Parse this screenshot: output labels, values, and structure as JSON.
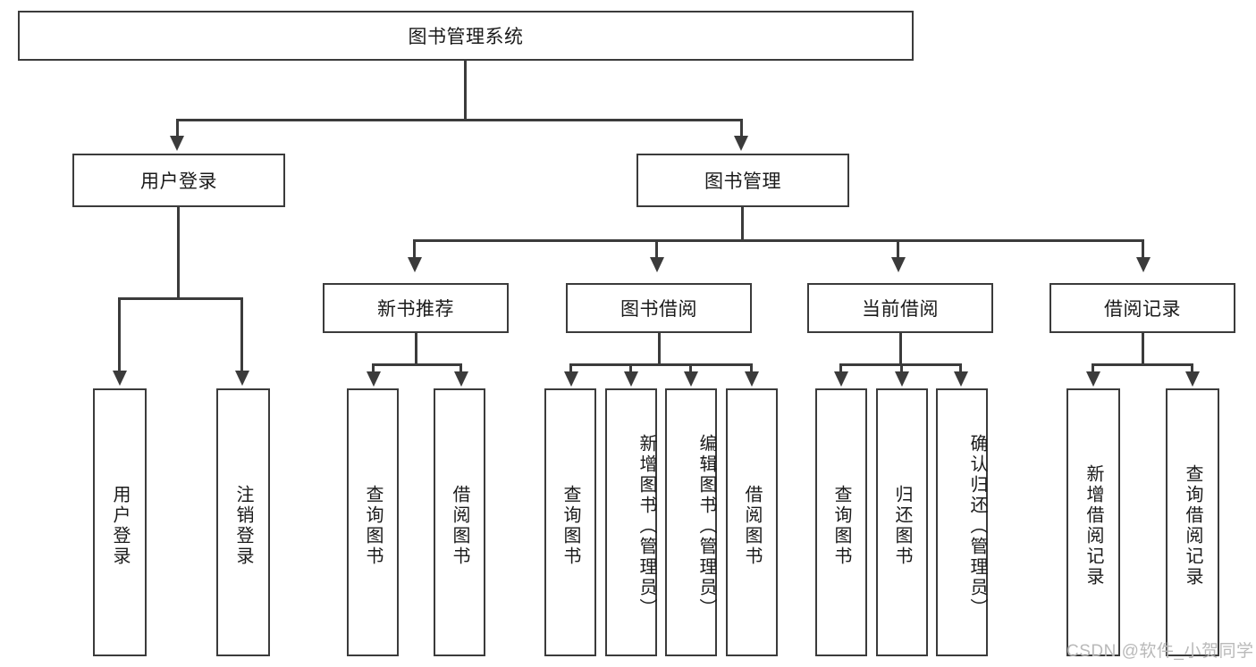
{
  "diagram": {
    "type": "tree-hierarchy",
    "title": "图书管理系统",
    "root": {
      "label": "图书管理系统"
    },
    "level1": [
      {
        "label": "用户登录"
      },
      {
        "label": "图书管理"
      }
    ],
    "level2": [
      {
        "label": "新书推荐"
      },
      {
        "label": "图书借阅"
      },
      {
        "label": "当前借阅"
      },
      {
        "label": "借阅记录"
      }
    ],
    "leaves": {
      "user_login": [
        {
          "label": "用户登录"
        },
        {
          "label": "注销登录"
        }
      ],
      "new_book_recommend": [
        {
          "label": "查询图书"
        },
        {
          "label": "借阅图书"
        }
      ],
      "book_borrow": [
        {
          "label": "查询图书"
        },
        {
          "label": "新增图书（管理员）"
        },
        {
          "label": "编辑图书（管理员）"
        },
        {
          "label": "借阅图书"
        }
      ],
      "current_borrow": [
        {
          "label": "查询图书"
        },
        {
          "label": "归还图书"
        },
        {
          "label": "确认归还（管理员）"
        }
      ],
      "borrow_records": [
        {
          "label": "新增借阅记录"
        },
        {
          "label": "查询借阅记录"
        }
      ]
    }
  },
  "watermark": {
    "text": "CSDN @软件_小贺同学"
  },
  "colors": {
    "stroke": "#3b3b3b",
    "text": "#1a1a1a",
    "background": "#ffffff",
    "watermark": "#b9b9b9"
  }
}
